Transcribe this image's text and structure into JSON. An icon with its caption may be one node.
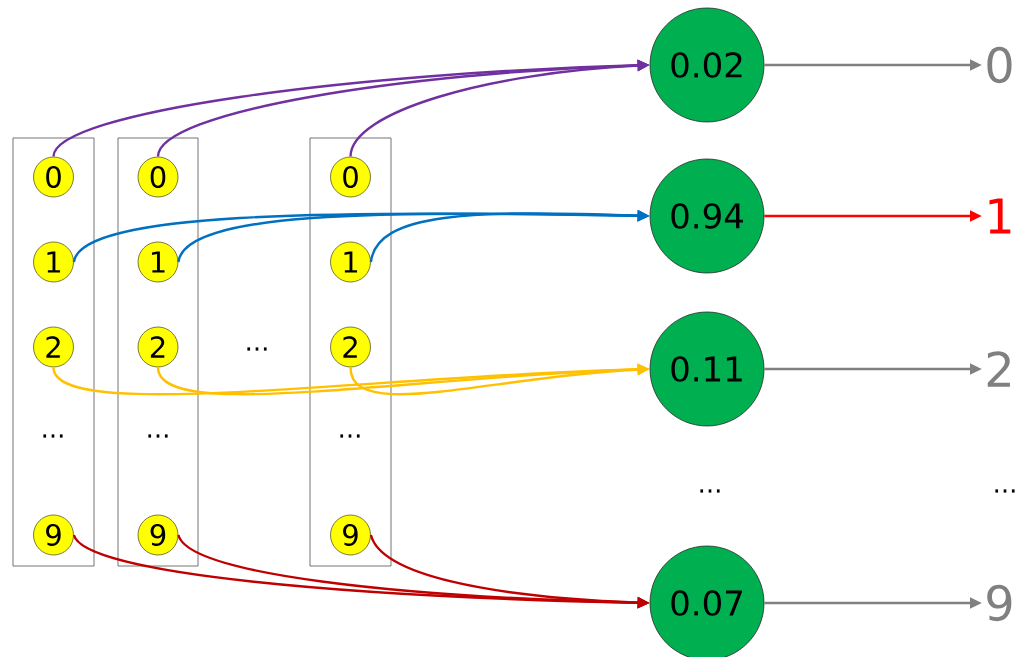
{
  "diagram": {
    "nodes": [
      {
        "text": [],
        "shape": "box"
      },
      {
        "text": [
          "0"
        ],
        "in": 0
      },
      {
        "text": [
          "1"
        ],
        "in": 0
      },
      {
        "text": [
          "2"
        ],
        "in": 0
      },
      {
        "text": [
          "9"
        ],
        "in": 0
      },
      {
        "text": [],
        "shape": "box"
      },
      {
        "text": [
          "0"
        ],
        "in": 5
      },
      {
        "text": [
          "1"
        ],
        "in": 5
      },
      {
        "text": [
          "2"
        ],
        "in": 5
      },
      {
        "text": [
          "9"
        ],
        "in": 5
      },
      {
        "text": [],
        "shape": "box"
      },
      {
        "text": [
          "0"
        ],
        "in": 10
      },
      {
        "text": [
          "1"
        ],
        "in": 10
      },
      {
        "text": [
          "2"
        ],
        "in": 10
      },
      {
        "text": [
          "9"
        ],
        "in": 10
      },
      {
        "text": [
          "0.02"
        ]
      },
      {
        "text": [
          "0.94"
        ]
      },
      {
        "text": [
          "0.11"
        ]
      },
      {
        "text": [
          "0.07"
        ]
      },
      {
        "text": [
          "0"
        ]
      },
      {
        "text": [
          "1"
        ]
      },
      {
        "text": [
          "2"
        ]
      },
      {
        "text": [
          "9"
        ]
      }
    ],
    "edges": [
      {
        "from": 1,
        "to": 15,
        "arrow": "to",
        "color": "#7030a0"
      },
      {
        "from": 6,
        "to": 15,
        "arrow": "to",
        "color": "#7030a0"
      },
      {
        "from": 11,
        "to": 15,
        "arrow": "to",
        "color": "#7030a0"
      },
      {
        "from": 2,
        "to": 16,
        "arrow": "to",
        "color": "#0070c0"
      },
      {
        "from": 7,
        "to": 16,
        "arrow": "to",
        "color": "#0070c0"
      },
      {
        "from": 12,
        "to": 16,
        "arrow": "to",
        "color": "#0070c0"
      },
      {
        "from": 3,
        "to": 17,
        "arrow": "to",
        "color": "#ffc000"
      },
      {
        "from": 8,
        "to": 17,
        "arrow": "to",
        "color": "#ffc000"
      },
      {
        "from": 13,
        "to": 17,
        "arrow": "to",
        "color": "#ffc000"
      },
      {
        "from": 4,
        "to": 18,
        "arrow": "to",
        "color": "#c00000"
      },
      {
        "from": 9,
        "to": 18,
        "arrow": "to",
        "color": "#c00000"
      },
      {
        "from": 14,
        "to": 18,
        "arrow": "to",
        "color": "#c00000"
      },
      {
        "from": 15,
        "to": 19,
        "arrow": "to",
        "color": "#808080"
      },
      {
        "from": 16,
        "to": 20,
        "arrow": "to",
        "color": "#ff0000"
      },
      {
        "from": 17,
        "to": 21,
        "arrow": "to",
        "color": "#808080"
      },
      {
        "from": 18,
        "to": 22,
        "arrow": "to",
        "color": "#808080"
      }
    ],
    "labels": [
      "...",
      "...",
      "...",
      "...",
      "...",
      "..."
    ]
  }
}
